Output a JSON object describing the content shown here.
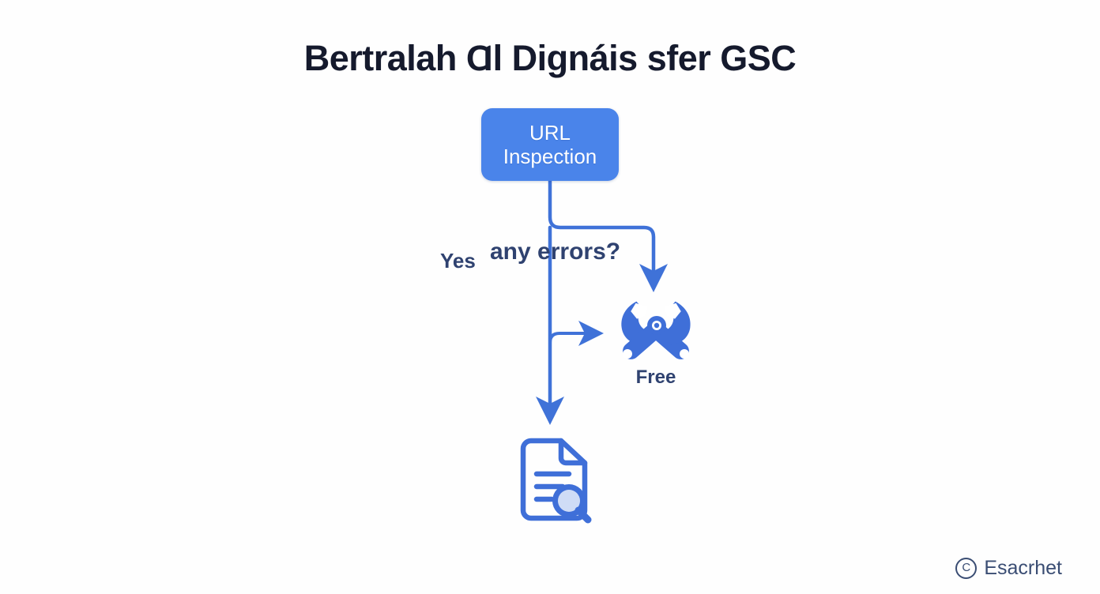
{
  "diagram": {
    "title": "Bertralah Ɑl Dignáis sfer GSC",
    "background_color": "#fefefe",
    "accent_color": "#4a84ea",
    "text_color": "#151a2d",
    "label_color": "#2f4270"
  },
  "nodes": {
    "process": {
      "name": "URL Inspection",
      "line1": "URL",
      "line2": "Inspection",
      "fill": "#4a84ea",
      "text_color": "#ffffff"
    },
    "tools": {
      "icon": "crossed-wrenches-icon",
      "caption": "Free",
      "color": "#3f6fd8"
    },
    "document": {
      "icon": "document-magnifier-icon",
      "color": "#3f6fd8"
    }
  },
  "edges": {
    "branch_label": "any errors?",
    "yes_label": "Yes"
  },
  "watermark": {
    "mark": "C",
    "text": "Esacrhet"
  }
}
